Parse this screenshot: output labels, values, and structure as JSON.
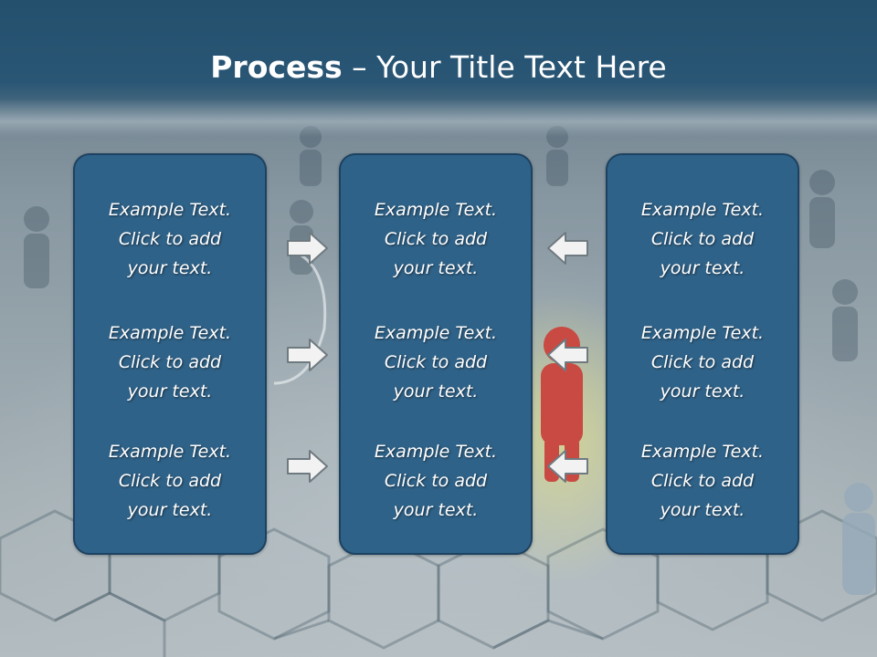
{
  "slide": {
    "title_bold": "Process",
    "title_rest": " – Your Title Text Here"
  },
  "columns": [
    {
      "items": [
        {
          "line1": "Example Text.",
          "line2": "Click  to add",
          "line3": "your text."
        },
        {
          "line1": "Example Text.",
          "line2": "Click  to add",
          "line3": "your text."
        },
        {
          "line1": "Example Text.",
          "line2": "Click  to add",
          "line3": "your text."
        }
      ]
    },
    {
      "items": [
        {
          "line1": "Example Text.",
          "line2": "Click  to add",
          "line3": "your text."
        },
        {
          "line1": "Example Text.",
          "line2": "Click  to add",
          "line3": "your text."
        },
        {
          "line1": "Example Text.",
          "line2": "Click  to add",
          "line3": "your text."
        }
      ]
    },
    {
      "items": [
        {
          "line1": "Example Text.",
          "line2": "Click  to add",
          "line3": "your text."
        },
        {
          "line1": "Example Text.",
          "line2": "Click  to add",
          "line3": "your text."
        },
        {
          "line1": "Example Text.",
          "line2": "Click  to add",
          "line3": "your text."
        }
      ]
    }
  ],
  "arrows": {
    "left_group": [
      "arrow-right-icon",
      "arrow-right-icon",
      "arrow-right-icon"
    ],
    "right_group": [
      "arrow-left-icon",
      "arrow-left-icon",
      "arrow-left-icon"
    ]
  },
  "colors": {
    "header": "#24506e",
    "panel_fill": "#2f6288",
    "panel_border": "#1d4261",
    "text": "#ffffff"
  }
}
